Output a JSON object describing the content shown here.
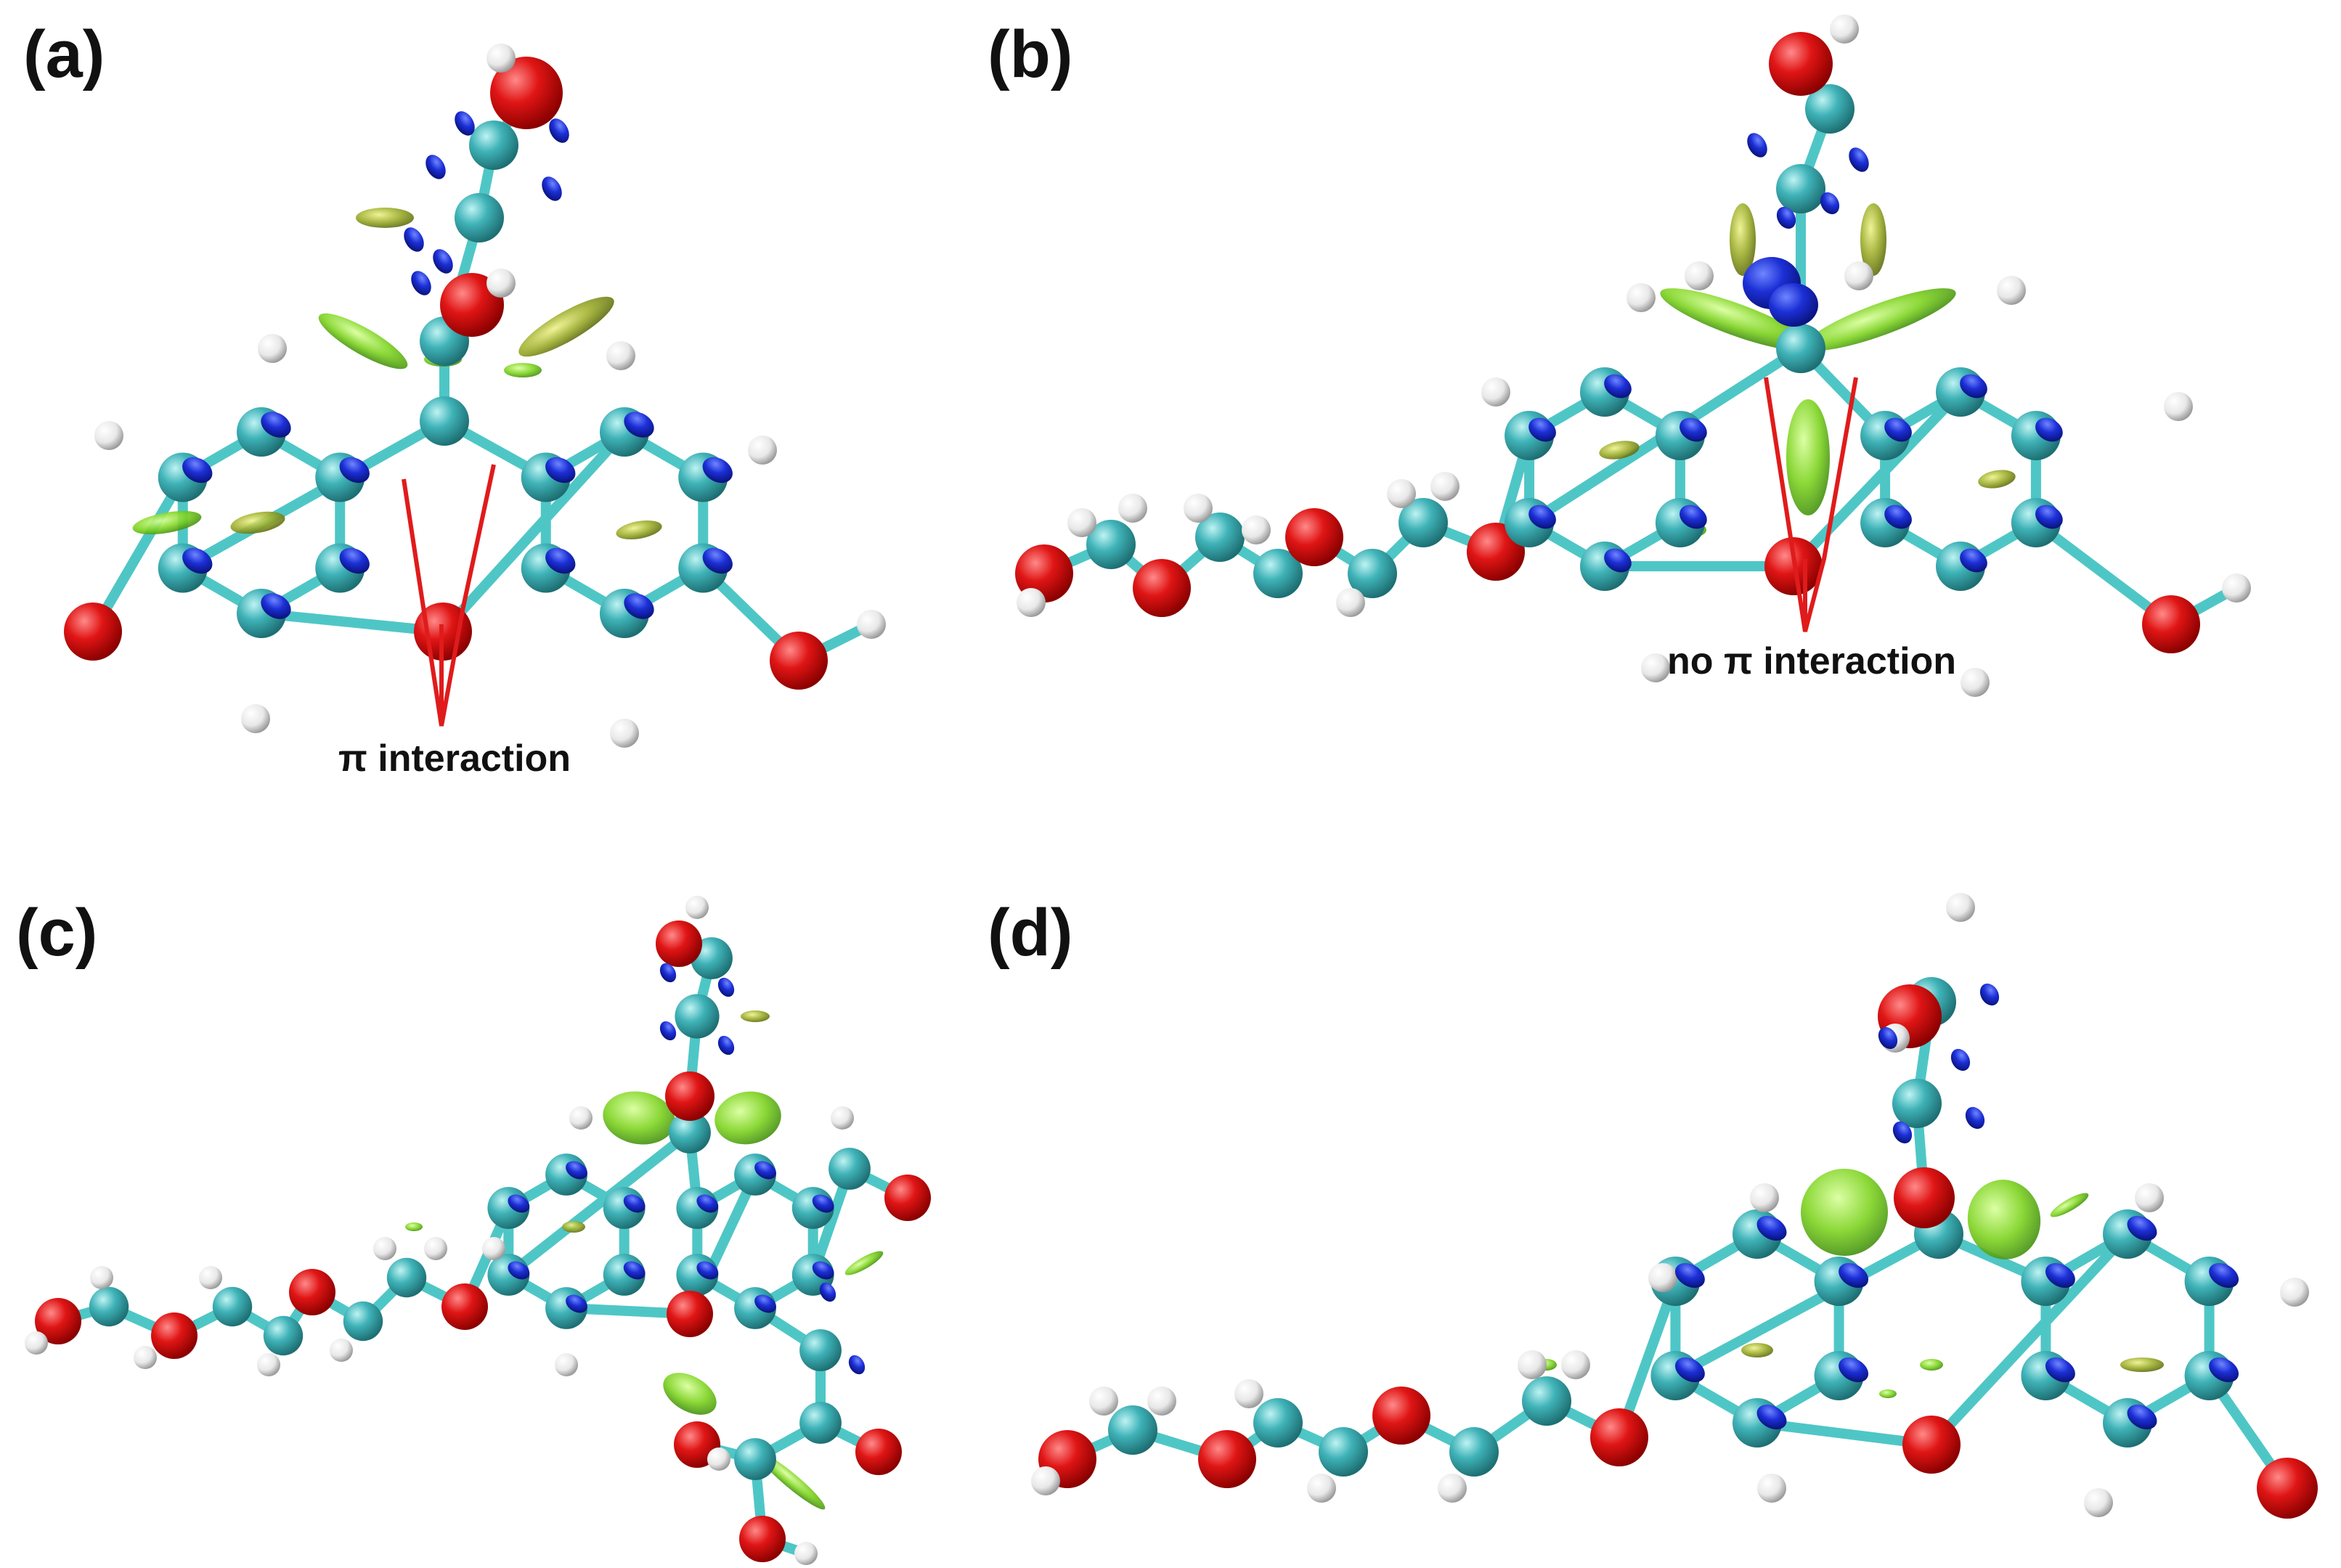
{
  "panels": [
    {
      "id": "a",
      "label": "(a)",
      "annotation": "π interaction"
    },
    {
      "id": "b",
      "label": "(b)",
      "annotation": "no π interaction"
    },
    {
      "id": "c",
      "label": "(c)",
      "annotation": ""
    },
    {
      "id": "d",
      "label": "(d)",
      "annotation": ""
    }
  ],
  "colors": {
    "carbon": "#3fb3b8",
    "carbon_shade": "#1d6e72",
    "oxygen": "#e01515",
    "oxygen_shade": "#8a0000",
    "hydrogen": "#f4f4f4",
    "hydrogen_shade": "#9a9a9a",
    "bond": "#4fc6c6",
    "density_blue": "#1c2fd6",
    "nci_green": "#7ed321",
    "nci_olive": "#9aab2a",
    "marker_line": "#e01b1b"
  }
}
